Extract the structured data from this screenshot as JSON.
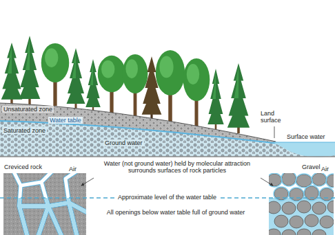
{
  "diagram": {
    "labels": [
      "Unsaturated zone",
      "Water table",
      "Saturated zone",
      "Ground water",
      "Land surface",
      "Surface water",
      "Creviced rock",
      "Water (not ground water) held by molecular attraction surrounds surfaces of rock particles",
      "Gravel",
      "Air",
      "Air",
      "Approximate level of the water table",
      "All openings below water table full of ground water"
    ]
  }
}
